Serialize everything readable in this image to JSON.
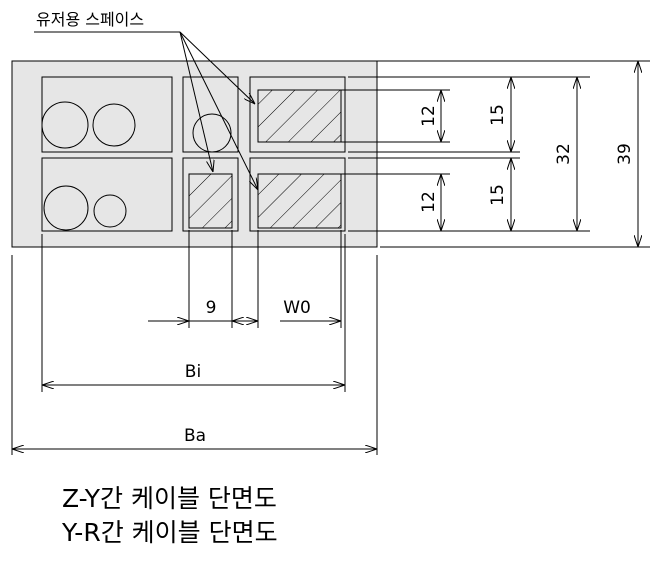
{
  "callout_label": "유저용 스페이스",
  "dimensions": {
    "cell_height_top": "12",
    "cell_height_bottom": "12",
    "row_height_top": "15",
    "row_height_bottom": "15",
    "inner_height": "32",
    "outer_height": "39",
    "small_width": "9",
    "wide_width": "W0",
    "inner_width": "Bi",
    "outer_width": "Ba"
  },
  "captions": [
    "Z-Y간 케이블 단면도",
    "Y-R간 케이블 단면도"
  ],
  "colors": {
    "fill": "#e6e6e6",
    "line": "#000000"
  }
}
